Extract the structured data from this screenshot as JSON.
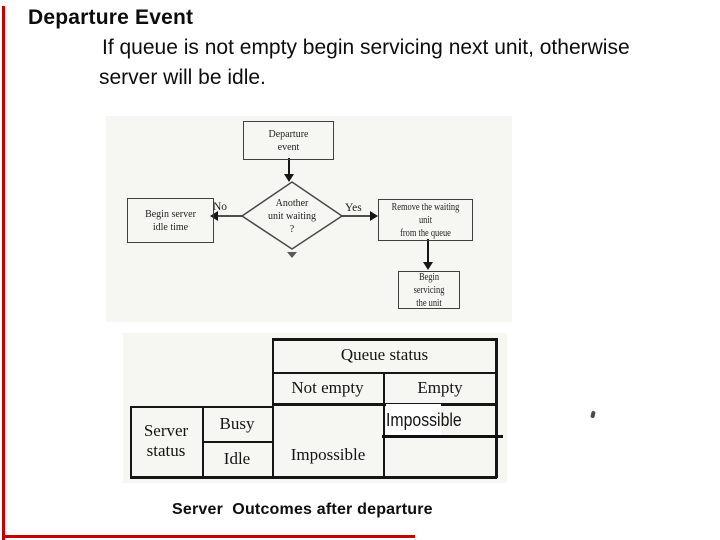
{
  "slide": {
    "title": "Departure Event",
    "body_line1": "If queue is not empty begin servicing next unit, otherwise",
    "body_line2": "server will be idle.",
    "caption": "Server  Outcomes after departure",
    "accent_color": "#c40000"
  },
  "flowchart": {
    "nodes": {
      "departure_event": "Departure\nevent",
      "begin_idle": "Begin server\nidle time",
      "decision": "Another\nunit waiting\n?",
      "remove_unit": "Remove the waiting unit\nfrom the queue",
      "begin_servicing": "Begin servicing\nthe unit"
    },
    "edge_labels": {
      "no": "No",
      "yes": "Yes"
    }
  },
  "table": {
    "queue_status_header": "Queue status",
    "col_not_empty": "Not empty",
    "col_empty": "Empty",
    "server_status_header": "Server\nstatus",
    "row_busy": "Busy",
    "row_idle": "Idle",
    "cell_busy_not_empty": "",
    "cell_busy_empty": "Impossible",
    "cell_idle_not_empty": "Impossible",
    "cell_idle_empty": ""
  }
}
